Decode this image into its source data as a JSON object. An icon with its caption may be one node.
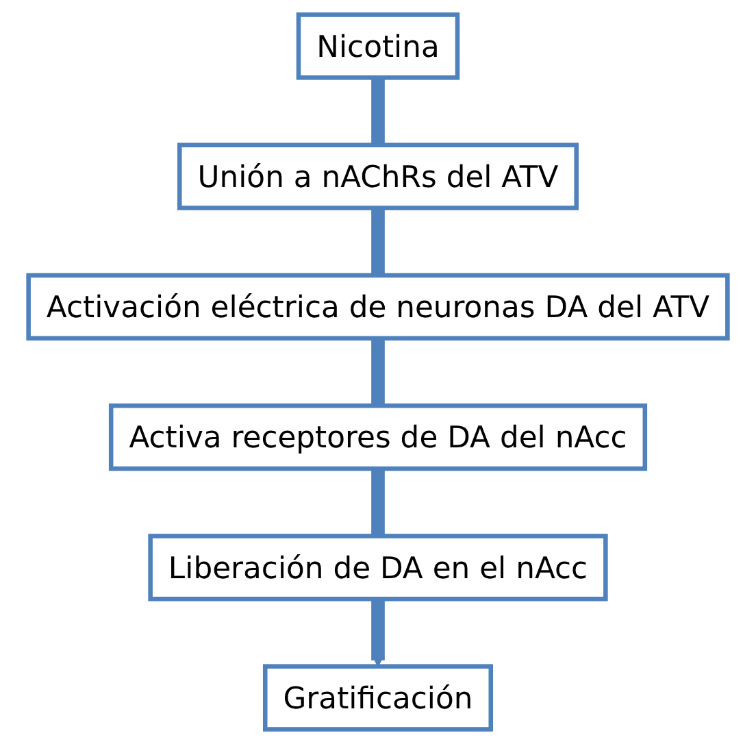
{
  "diagram": {
    "nodes": [
      {
        "text": [
          "Nicotina"
        ]
      },
      {
        "text": [
          "Unión a nAChRs del ATV"
        ]
      },
      {
        "text": [
          "Activación eléctrica de neuronas DA del ATV"
        ]
      },
      {
        "text": [
          "Activa receptores de DA del nAcc"
        ]
      },
      {
        "text": [
          "Liberación de DA en el nAcc"
        ]
      },
      {
        "text": [
          "Gratificación"
        ]
      }
    ],
    "edges": [
      {
        "from": 0,
        "to": 1,
        "arrow": "none"
      },
      {
        "from": 1,
        "to": 2,
        "arrow": "none"
      },
      {
        "from": 2,
        "to": 3,
        "arrow": "none"
      },
      {
        "from": 3,
        "to": 4,
        "arrow": "none"
      },
      {
        "from": 4,
        "to": 5,
        "arrow": "to"
      }
    ]
  }
}
